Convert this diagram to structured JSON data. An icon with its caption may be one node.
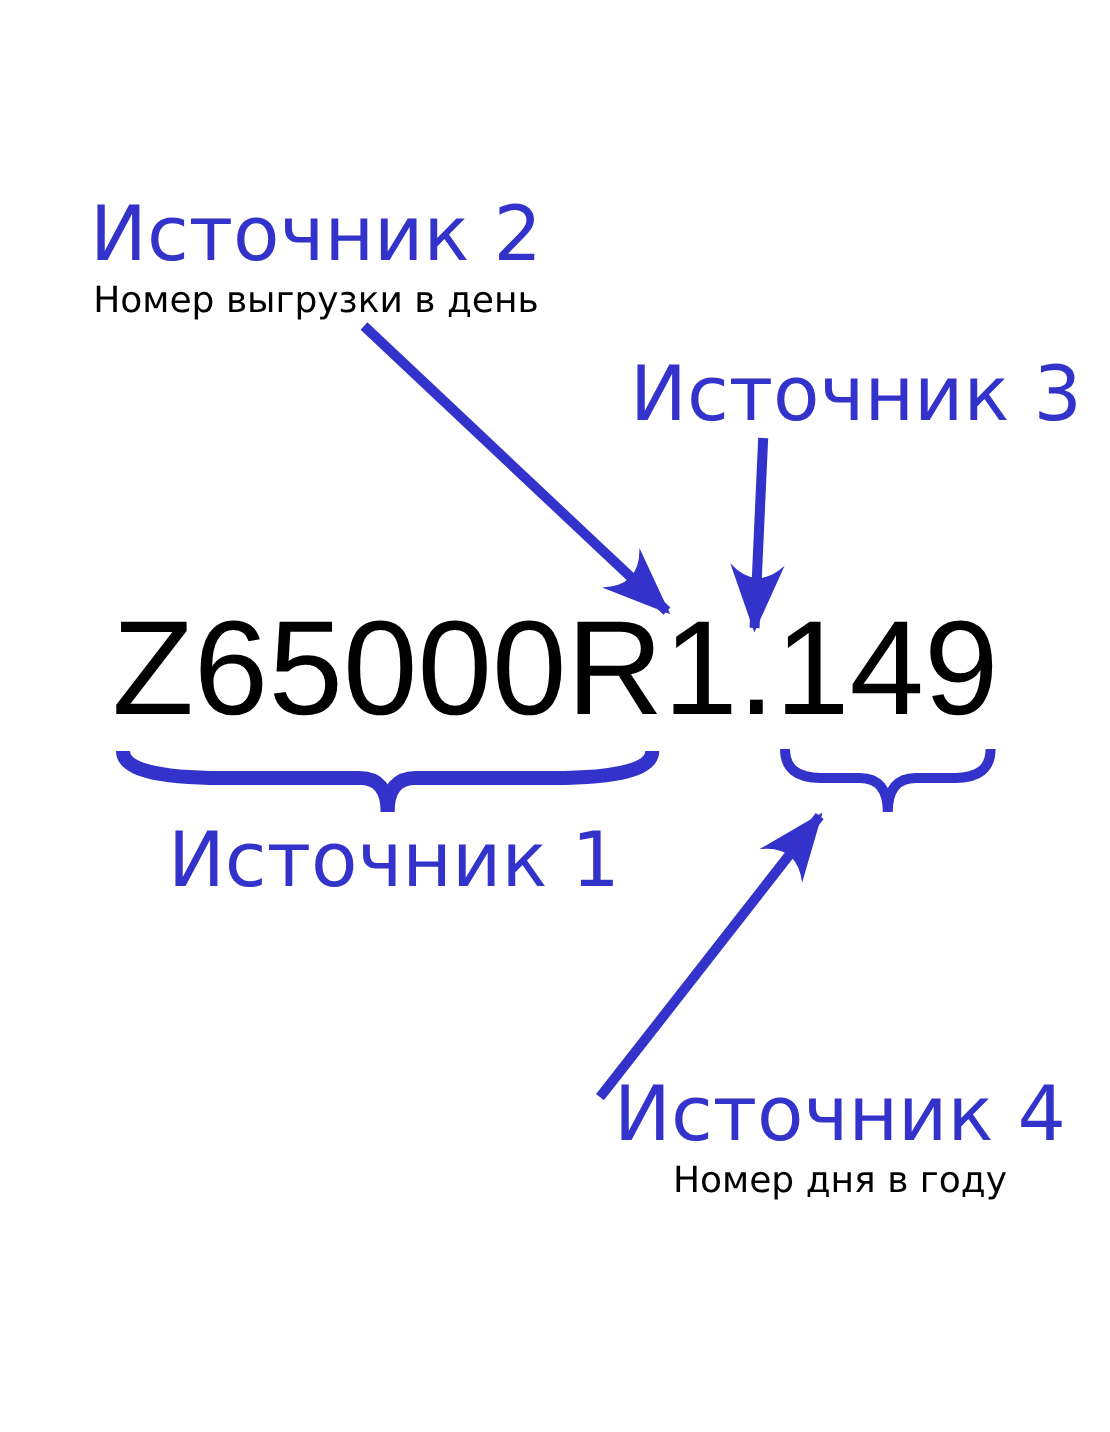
{
  "diagram": {
    "nodes": [
      {
        "text": [
          "Источник 2",
          "Номер выгрузки в день"
        ]
      },
      {
        "text": [
          "Источник 3"
        ]
      },
      {
        "text": [
          "Z65000R"
        ]
      },
      {
        "text": [
          "1"
        ]
      },
      {
        "text": [
          "."
        ]
      },
      {
        "text": [
          "149"
        ]
      },
      {
        "text": [
          "Источник 4",
          "Номер дня в году"
        ]
      }
    ],
    "edges": [
      {
        "from": 0,
        "to": 3,
        "arrow": "to"
      },
      {
        "from": 1,
        "to": 4,
        "arrow": "to"
      },
      {
        "from": 6,
        "to": 5,
        "arrow": "to"
      }
    ],
    "labels": [
      "Источник 1"
    ]
  }
}
